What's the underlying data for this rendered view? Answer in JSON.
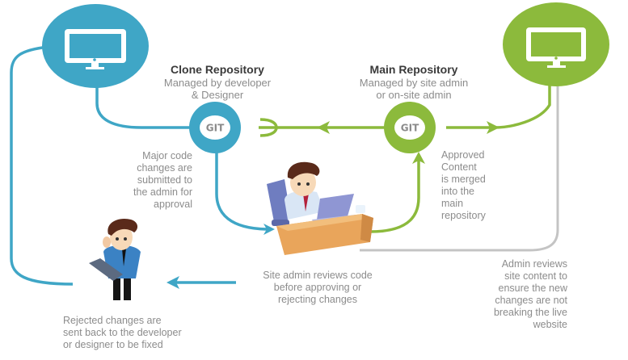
{
  "colors": {
    "developer_blue": "#3fa6c6",
    "admin_green": "#8cba3c",
    "review_grey": "#c4c4c4",
    "label_grey": "#8c8c8c",
    "title_dark": "#3a3a3a"
  },
  "nodes": {
    "clone_repo": {
      "title": "Clone Repository",
      "subtitle_line1": "Managed by developer",
      "subtitle_line2": "& Designer",
      "git_label": "GIT",
      "icon": "monitor-icon"
    },
    "main_repo": {
      "title": "Main Repository",
      "subtitle_line1": "Managed by site admin",
      "subtitle_line2": "or on-site admin",
      "git_label": "GIT",
      "icon": "monitor-icon"
    }
  },
  "annotations": {
    "submit": [
      "Major code",
      "changes are",
      "submitted to",
      "the admin for",
      "approval"
    ],
    "merge": [
      "Approved",
      "Content",
      "is merged",
      "into the",
      "main",
      "repository"
    ],
    "review_code": [
      "Site admin reviews code",
      "before approving or",
      "rejecting changes"
    ],
    "review_site": [
      "Admin reviews",
      "site content to",
      "ensure the new",
      "changes are not",
      "breaking the live",
      "website"
    ],
    "rejected": [
      "Rejected changes are",
      "sent back to the developer",
      "or designer to be fixed"
    ]
  },
  "figures": {
    "admin": "admin-at-desk-illustration",
    "developer": "developer-with-tablet-illustration"
  }
}
